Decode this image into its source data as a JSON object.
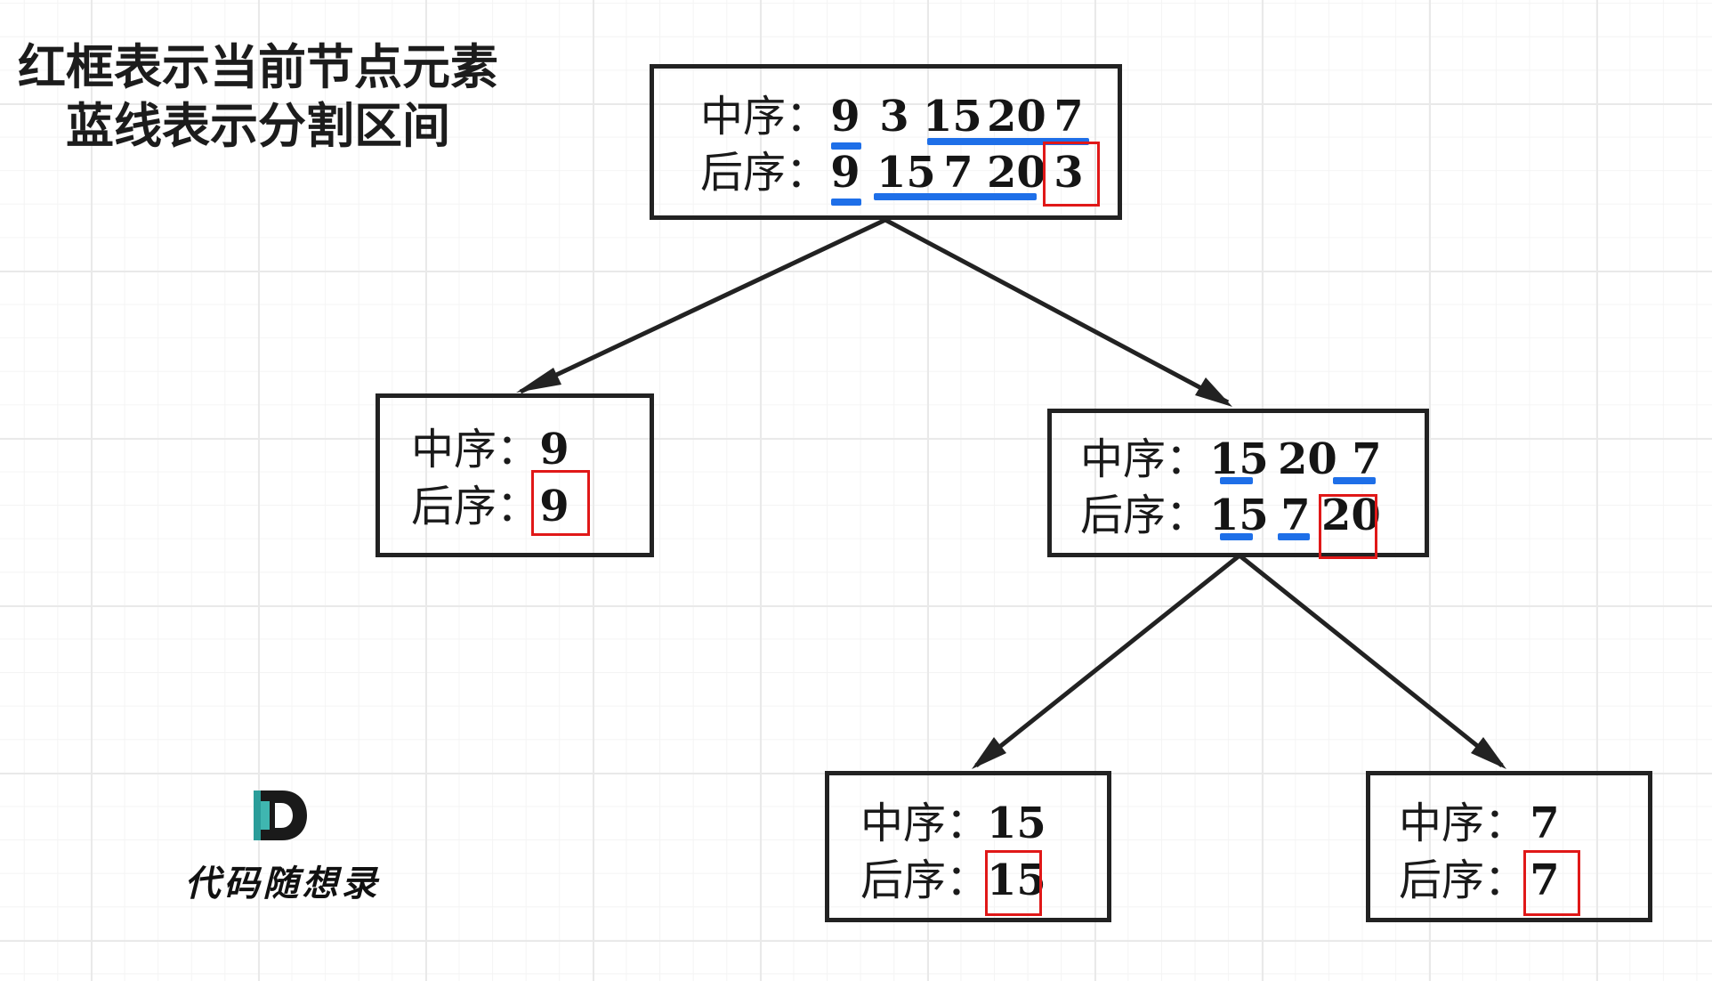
{
  "legend": {
    "line1": "红框表示当前节点元素",
    "line2": "蓝线表示分割区间"
  },
  "labels": {
    "inorder": "中序：",
    "postorder": "后序："
  },
  "root": {
    "inorder": [
      "9",
      "3",
      "15",
      "20",
      "7"
    ],
    "postorder": [
      "9",
      "15",
      "7",
      "20",
      "3"
    ]
  },
  "left": {
    "inorder": [
      "9"
    ],
    "postorder": [
      "9"
    ]
  },
  "right": {
    "inorder": [
      "15",
      "20",
      "7"
    ],
    "postorder": [
      "15",
      "7",
      "20"
    ]
  },
  "right_left": {
    "inorder": [
      "15"
    ],
    "postorder": [
      "15"
    ]
  },
  "right_right": {
    "inorder": [
      "7"
    ],
    "postorder": [
      "7"
    ]
  },
  "logo": {
    "text": "代码随想录"
  },
  "colors": {
    "highlight_box": "#e01818",
    "split_line": "#1e6fe8",
    "edge": "#222222"
  }
}
